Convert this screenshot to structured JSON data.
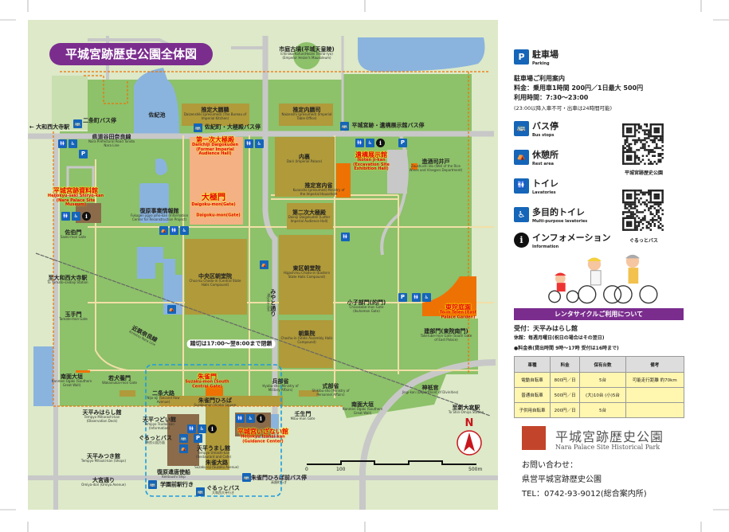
{
  "title": "平城宮跡歴史公園全体図",
  "colors": {
    "park": "#8dc16a",
    "outer": "#dde9c8",
    "water": "#8ab4de",
    "road": "#c8c8c8",
    "building": "#b09a3a",
    "accent_orange": "#ee7203",
    "hall": "#f4b183",
    "brand_purple": "#7b2d8e",
    "icon_blue": "#1565b8"
  },
  "map": {
    "labels": [
      {
        "jp": "市庭古墳(平城天皇陵)",
        "en": "Ichiniwa-Kofun(Heizei Tenno-ryo) (Emperor Heizei's Mausoleum)"
      },
      {
        "jp": "推定大膳職",
        "en": "Daizenshiki (presumed) (The Bureau of Imperial Kitchen)"
      },
      {
        "jp": "推定内膳司",
        "en": "Naizenshi (presumed) (Imperial Table Office)"
      },
      {
        "jp": "佐紀池",
        "en": ""
      },
      {
        "jp": "二条町バス停",
        "en": ""
      },
      {
        "jp": "← 大和西大寺駅",
        "en": ""
      },
      {
        "jp": "県道谷田奈良線",
        "en": "Nara Prefectural Road Tanida Nara Line"
      },
      {
        "jp": "佐紀町・大極殿バス停",
        "en": ""
      },
      {
        "jp": "平城宮跡・遺構展示館バス停",
        "en": ""
      },
      {
        "jp": "第一次大極殿",
        "en": "Daiichiji Daigokuden (Former Imperial Audience Hall)"
      },
      {
        "jp": "内裏",
        "en": "Dairi (Imperial Palace)"
      },
      {
        "jp": "遺構展示館",
        "en": "Ikoten ji-kan (Excavation Site Exhibition Hall)"
      },
      {
        "jp": "造酒司井戸",
        "en": "Zoushushi Ido (Well of the Rice Wines and Vinegars Department)"
      },
      {
        "jp": "推定宮内省",
        "en": "Kunaisho (presumed) Ministry of the Imperial Household"
      },
      {
        "jp": "平城宮跡資料館",
        "en": "Heijokyu-seki Shiryo-kan (Nara Palace Site Museum)"
      },
      {
        "jp": "大極門",
        "en": "Daigoku-mon(Gate)"
      },
      {
        "jp": "",
        "en": "Daigoku-mon(Gate)"
      },
      {
        "jp": "復原事業情報館",
        "en": "Fukugen jigyo joho-kan (Information Center for Reconstruction Project)"
      },
      {
        "jp": "第二次大極殿",
        "en": "Dainiji Daigokuden (Latter Imperial Audience Hall)"
      },
      {
        "jp": "佐伯門",
        "en": "Saeki-mon Gate"
      },
      {
        "jp": "至大和西大寺駅",
        "en": "To Yamato-saidaiji Station"
      },
      {
        "jp": "中央区朝堂院",
        "en": "Chuo-ku Chodo-in (Central State Halls Compound)"
      },
      {
        "jp": "東区朝堂院",
        "en": "Higashi-ku Chodo-in (Eastern State Halls Compound)"
      },
      {
        "jp": "みやと通り",
        "en": "Miyato-dori"
      },
      {
        "jp": "小子部門(的門)",
        "en": "Chiisakobe-mon Gate (Ikuhamon Gate)"
      },
      {
        "jp": "東院庭園",
        "en": "To-in Teien (East Palace Garden)"
      },
      {
        "jp": "玉手門",
        "en": "Tamate-mon Gate"
      },
      {
        "jp": "近鉄奈良線",
        "en": "Kintetsu Nara Line"
      },
      {
        "jp": "踏切は17:00〜翌8:00まで閉鎖",
        "en": ""
      },
      {
        "jp": "朝集院",
        "en": "Choshu-in (State Assembly Halls Compound)"
      },
      {
        "jp": "建部門(東院南門)",
        "en": "Takerube-mon Gate (South Gate of East Palace)"
      },
      {
        "jp": "南面大垣",
        "en": "Nanmen Ogaki (Southern Great Wall)"
      },
      {
        "jp": "若犬養門",
        "en": "Wakainukai-mon Gate"
      },
      {
        "jp": "朱雀門",
        "en": "Suzaku-mon (South Central Gate)"
      },
      {
        "jp": "二条大路",
        "en": "Nijo-oji (Second Row Avenue)"
      },
      {
        "jp": "兵部省",
        "en": "Hyobu-sho (Ministry of Military Affairs)"
      },
      {
        "jp": "式部省",
        "en": "Shikibu-sho (Ministry of Personnel Affairs)"
      },
      {
        "jp": "神祇官",
        "en": "Jingi-kan (Department of Divinities)"
      },
      {
        "jp": "至新大宮駅",
        "en": "To Shin-Omiya Station"
      },
      {
        "jp": "南面大垣",
        "en": "Nanmen Ogaki (Southern Great Wall)"
      },
      {
        "jp": "壬生門",
        "en": "Mibu-mon Gate"
      },
      {
        "jp": "朱雀門ひろば",
        "en": "Suzakumon Hiroba Square"
      },
      {
        "jp": "天平みはらし館",
        "en": "Tempyo Miharashi-kan (Observation Deck)"
      },
      {
        "jp": "天平つどい館",
        "en": "Tempyo Tsudoi-kan (Information)"
      },
      {
        "jp": "平城宮いざない館",
        "en": "Heijokyu Izanai-kan (Guidance Center)"
      },
      {
        "jp": "ぐるっとバス",
        "en": "奈良公園方面"
      },
      {
        "jp": "天平うまし館",
        "en": "Tempyo Umashi-kan (Restaurant and Cafe)"
      },
      {
        "jp": "天平みつき館",
        "en": "Tempyo Mitsuki-kan (Shops)"
      },
      {
        "jp": "朱雀大路",
        "en": "Suzaku-oji (Suzaku Avenue)"
      },
      {
        "jp": "大宮通り",
        "en": "Omiya-dori (Omiya Avenue)"
      },
      {
        "jp": "復原遣唐使船",
        "en": "Kentoushi Ship"
      },
      {
        "jp": "学園前駅行き",
        "en": ""
      },
      {
        "jp": "ぐるっとバス",
        "en": "大和西大寺行き"
      },
      {
        "jp": "朱雀門ひろば前バス停",
        "en": "高畑町行き"
      }
    ],
    "scale": {
      "ticks": [
        "0",
        "100",
        "500m"
      ]
    },
    "north": "N"
  },
  "legend": {
    "parking": {
      "jp": "駐車場",
      "en": "Parking",
      "glyph": "P"
    },
    "parking_info": {
      "heading": "駐車場ご利用案内",
      "fee": "料金：乗用車1時間 200円／1日最大 500円",
      "hours": "利用時間：7:30〜23:00",
      "note": "(23:00以降入車不可・出車は24時間可能)"
    },
    "bus": {
      "jp": "バス停",
      "en": "Bus stops",
      "glyph": "🚌"
    },
    "rest": {
      "jp": "休憩所",
      "en": "Rest area",
      "glyph": "⛺"
    },
    "toilet": {
      "jp": "トイレ",
      "en": "Lavatories",
      "glyph": "🚻"
    },
    "accessible": {
      "jp": "多目的トイレ",
      "en": "Multi-purpose lavatories",
      "glyph": "♿"
    },
    "info": {
      "jp": "インフォメーション",
      "en": "Information",
      "glyph": "i"
    },
    "qr1_caption": "平城宮跡歴史公園",
    "qr2_caption": "ぐるっとバス"
  },
  "rental": {
    "banner": "レンタサイクルご利用について",
    "reception": "受付：天平みはらし館",
    "closed": "休館：毎週月曜日(祝日の場合はその翌日)",
    "fee_note": "●料金表(貸出時間 9時〜17時 受付は16時まで)",
    "headers": [
      "車種",
      "料金",
      "保有台数",
      "備考"
    ],
    "rows": [
      [
        "電動自転車",
        "800円／日",
        "5台",
        "可能走行距離 約70km"
      ],
      [
        "普通自転車",
        "500円／日",
        "(大)10台 (小)5台",
        ""
      ],
      [
        "子供用自転車",
        "200円／日",
        "5台",
        ""
      ]
    ]
  },
  "brand": {
    "jp": "平城宮跡歴史公園",
    "en": "Nara Palace Site Historical Park"
  },
  "contact": {
    "heading": "お問い合わせ：",
    "org": "県営平城宮跡歴史公園",
    "tel": "TEL：0742-93-9012(総合案内所)"
  }
}
